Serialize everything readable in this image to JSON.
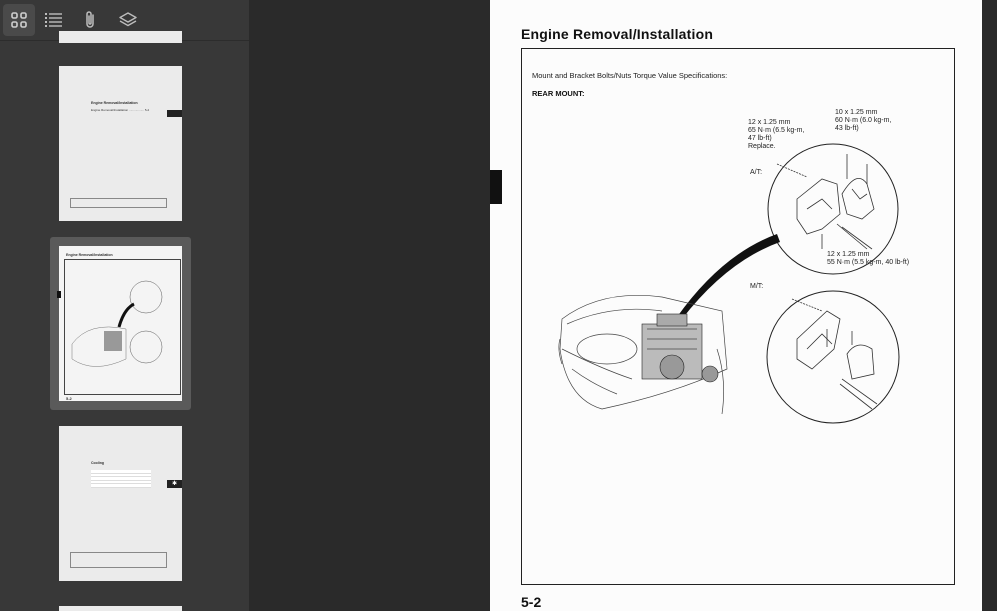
{
  "toolbar": {
    "buttons": [
      {
        "name": "thumbnails",
        "icon": "grid-icon",
        "active": true
      },
      {
        "name": "outline",
        "icon": "list-icon",
        "active": false
      },
      {
        "name": "attachments",
        "icon": "paperclip-icon",
        "active": false
      },
      {
        "name": "layers",
        "icon": "layers-icon",
        "active": false
      }
    ]
  },
  "thumbnails": [
    {
      "title": "Engine Removal/Installation",
      "line": "Engine Removal/Installation .................. 5-2"
    },
    {
      "title": "Engine Removal/Installation",
      "page_label": "5-2",
      "selected": true
    },
    {
      "title": "Cooling",
      "page_label": ""
    }
  ],
  "page": {
    "title": "Engine Removal/Installation",
    "spec_heading": "Mount and Bracket Bolts/Nuts Torque Value Specifications:",
    "rear_mount": "REAR MOUNT:",
    "label_top_right": "10 x 1.25 mm\n60 N·m (6.0 kg-m,\n43 lb-ft)",
    "label_top_left": "12 x 1.25 mm\n65 N·m (6.5 kg-m,\n47 lb-ft)\nReplace.",
    "label_at": "A/T:",
    "label_mt": "M/T:",
    "label_bottom": "12 x 1.25 mm\n55 N·m (5.5 kg-m, 40 lb-ft)",
    "page_number": "5-2"
  },
  "colors": {
    "sidebar_bg": "#383838",
    "viewer_bg": "#2a2a2a",
    "selected_frame": "#5a5a5a"
  }
}
